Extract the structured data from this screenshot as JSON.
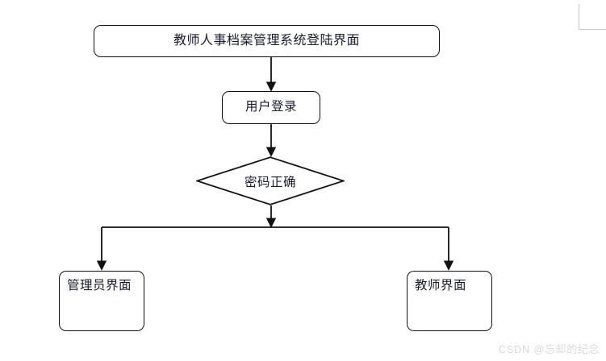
{
  "diagram": {
    "type": "flowchart",
    "title_node": {
      "id": "title",
      "shape": "rounded-rectangle",
      "label": "教师人事档案管理系统登陆界面"
    },
    "login_node": {
      "id": "login",
      "shape": "rounded-rectangle",
      "label": "用户登录"
    },
    "decision_node": {
      "id": "decision",
      "shape": "diamond",
      "label": "密码正确"
    },
    "admin_node": {
      "id": "admin",
      "shape": "rounded-rectangle",
      "label": "管理员界面"
    },
    "teacher_node": {
      "id": "teacher",
      "shape": "rounded-rectangle",
      "label": "教师界面"
    },
    "edges": [
      {
        "from": "title",
        "to": "login",
        "label": ""
      },
      {
        "from": "login",
        "to": "decision",
        "label": ""
      },
      {
        "from": "decision",
        "to": "admin",
        "label": ""
      },
      {
        "from": "decision",
        "to": "teacher",
        "label": ""
      }
    ],
    "colors": {
      "stroke": "#111111",
      "text": "#1a1a2e",
      "background": "#ffffff",
      "artifact": "#c9c9c9",
      "watermark": "#d9d9d9"
    }
  },
  "watermark": {
    "text": "CSDN @忘却的纪念"
  }
}
